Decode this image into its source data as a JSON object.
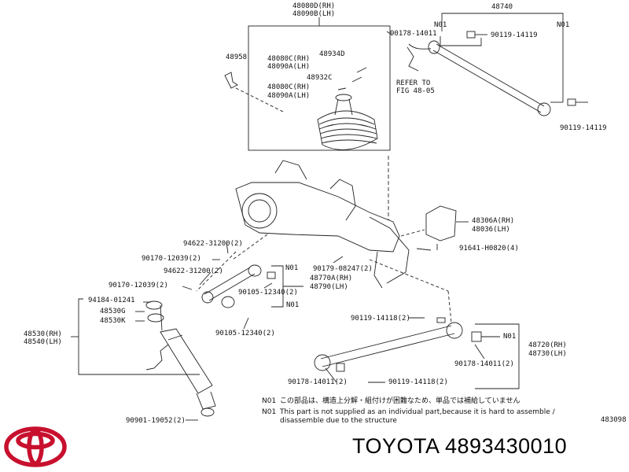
{
  "labels": {
    "p48080d": "48080D(RH)",
    "p48090b": "48090B(LH)",
    "p48740": "48740",
    "n01_top_left": "N01",
    "n01_top_right": "N01",
    "p90178_14011_top": "90178-14011",
    "p90119_14119_a": "90119-14119",
    "p90119_14119_b": "90119-14119",
    "refer_to": "REFER TO",
    "fig": "FIG 48-05",
    "p48958": "48958",
    "p48080c_1": "48080C(RH)",
    "p48090a_1": "48090A(LH)",
    "p48934d": "48934D",
    "p48932c": "48932C",
    "p48080c_2": "48080C(RH)",
    "p48090a_2": "48090A(LH)",
    "p48306a": "48306A(RH)",
    "p48036": "48036(LH)",
    "p94622_a": "94622-31200(2)",
    "p90170_a": "90170-12039(2)",
    "p94622_b": "94622-31200(2)",
    "p90170_b": "90170-12039(2)",
    "n01_mid_a": "N01",
    "p48770a": "48770A(RH)",
    "p48790": "48790(LH)",
    "p90179": "90179-08247(2)",
    "p91641": "91641-H0820(4)",
    "p90105_a": "90105-12340(2)",
    "n01_mid_b": "N01",
    "p94184": "94184-01241",
    "p48530g": "48530G",
    "p48530k": "48530K",
    "p48530": "48530(RH)",
    "p48540": "48540(LH)",
    "p90105_b": "90105-12340(2)",
    "p90119_14118_a": "90119-14118(2)",
    "n01_lower": "N01",
    "p48720": "48720(RH)",
    "p48730": "48730(LH)",
    "p90178_14011_a": "90178-14011(2)",
    "p90178_14011_b": "90178-14011(2)",
    "p90119_14118_b": "90119-14118(2)",
    "p90901": "90901-19052(2)",
    "code": "483098"
  },
  "notes": {
    "n01_tag_1": "N01",
    "n01_tag_2": "N01",
    "japanese": "この部品は、構造上分解・組付けが困難なため、単品では補給していません",
    "english_1": "This part is not supplied as an individual part,because it is hard to assemble /",
    "english_2": "disassemble due to the structure"
  },
  "brand": {
    "name": "TOYOTA 4893430010",
    "logo_color": "#c8102e"
  }
}
